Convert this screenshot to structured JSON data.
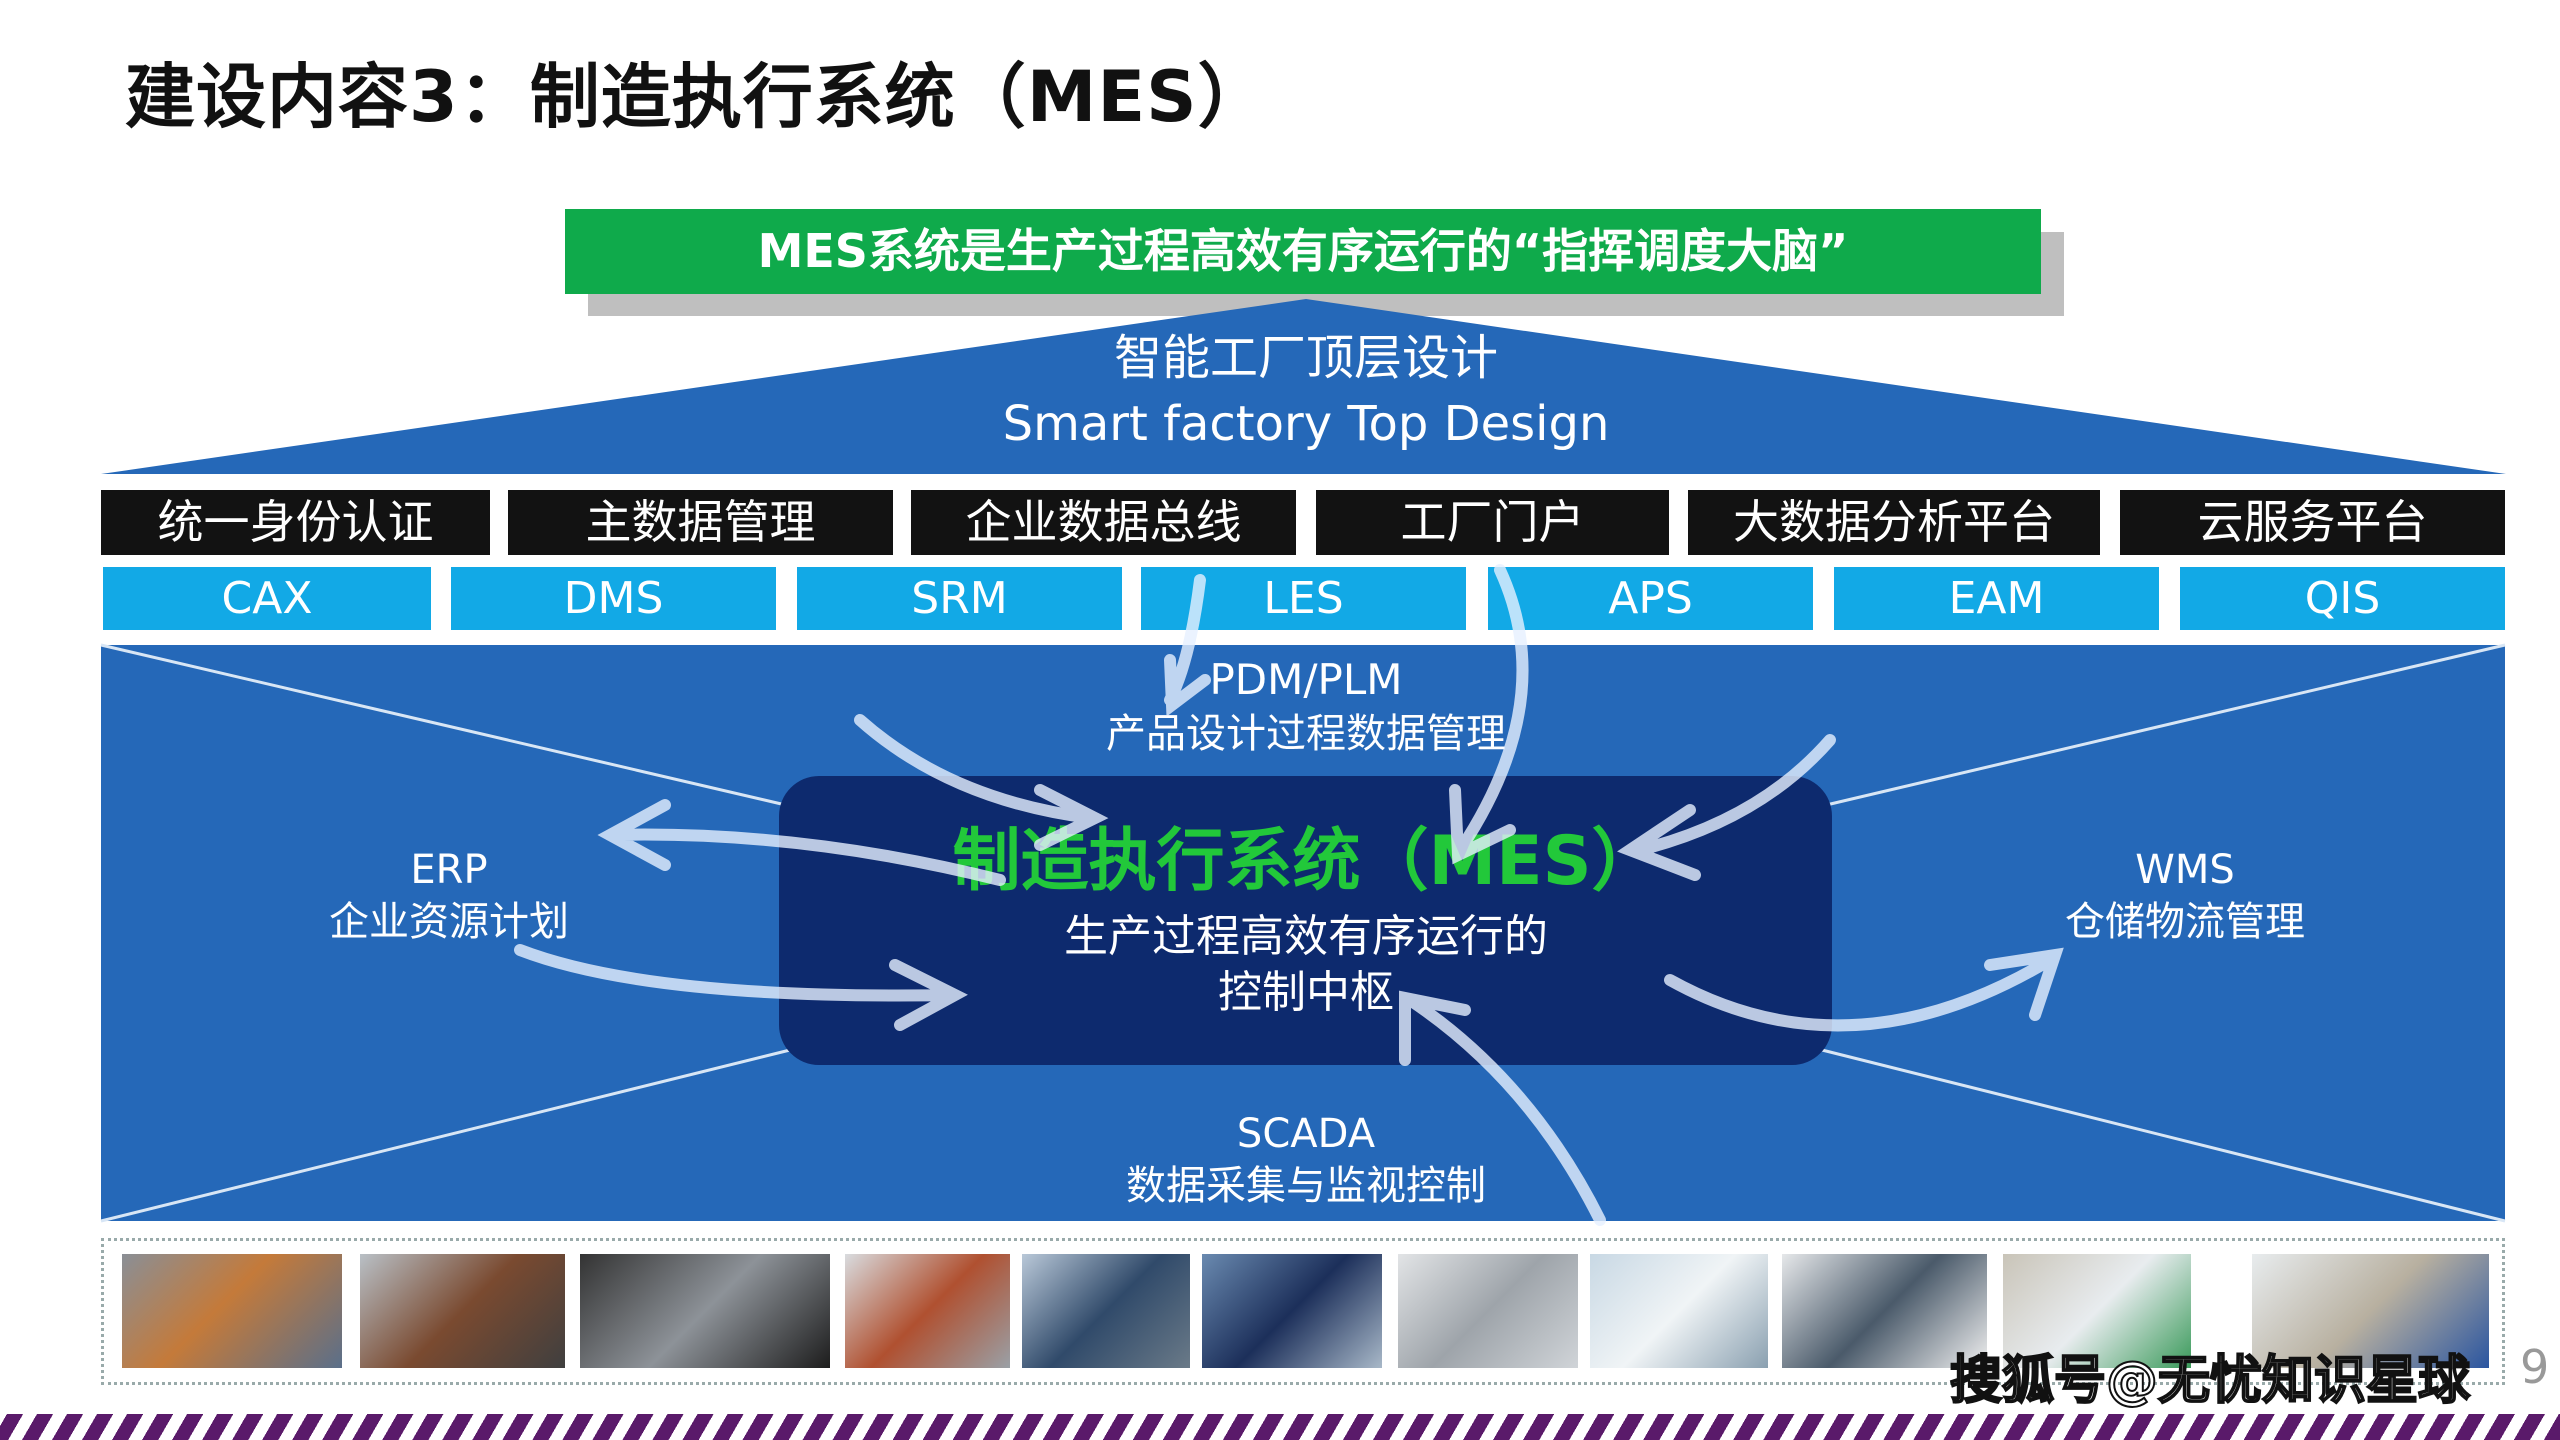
{
  "title": "建设内容3：制造执行系统（MES）",
  "banner": "MES系统是生产过程高效有序运行的“指挥调度大脑”",
  "roof": {
    "cn": "智能工厂顶层设计",
    "en": "Smart factory Top Design"
  },
  "platforms": [
    "统一身份认证",
    "主数据管理",
    "企业数据总线",
    "工厂门户",
    "大数据分析平台",
    "云服务平台"
  ],
  "systems": [
    "CAX",
    "DMS",
    "SRM",
    "LES",
    "APS",
    "EAM",
    "QIS"
  ],
  "pdm": {
    "name": "PDM/PLM",
    "desc": "产品设计过程数据管理"
  },
  "erp": {
    "name": "ERP",
    "desc": "企业资源计划"
  },
  "wms": {
    "name": "WMS",
    "desc": "仓储物流管理"
  },
  "scada": {
    "name": "SCADA",
    "desc": "数据采集与监视控制"
  },
  "mes": {
    "name": "制造执行系统（MES）",
    "desc1": "生产过程高效有序运行的",
    "desc2": "控制中枢"
  },
  "watermark": "搜狐号@无忧知识星球",
  "page_number": "9",
  "colors": {
    "green": "#0faa4b",
    "blue": "#2568b8",
    "cyan": "#12a9e6",
    "navy": "#0d2a6e",
    "mes_text": "#22c83a",
    "stripe": "#5a1a6a"
  }
}
